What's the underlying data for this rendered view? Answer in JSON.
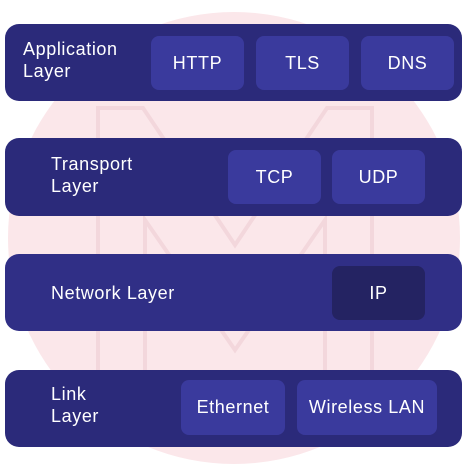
{
  "diagram": {
    "layers": [
      {
        "label": "Application\nLayer",
        "protocols": [
          "HTTP",
          "TLS",
          "DNS"
        ]
      },
      {
        "label": "Transport\nLayer",
        "protocols": [
          "TCP",
          "UDP"
        ]
      },
      {
        "label": "Network Layer",
        "protocols": [
          "IP"
        ]
      },
      {
        "label": "Link\nLayer",
        "protocols": [
          "Ethernet",
          "Wireless LAN"
        ]
      }
    ]
  },
  "colors": {
    "layer_bg": "#2b2a7a",
    "pill_bg": "#3a3a9d",
    "pill_dark_bg": "#242362",
    "background_circle": "#fbe7ea",
    "text": "#ffffff"
  }
}
